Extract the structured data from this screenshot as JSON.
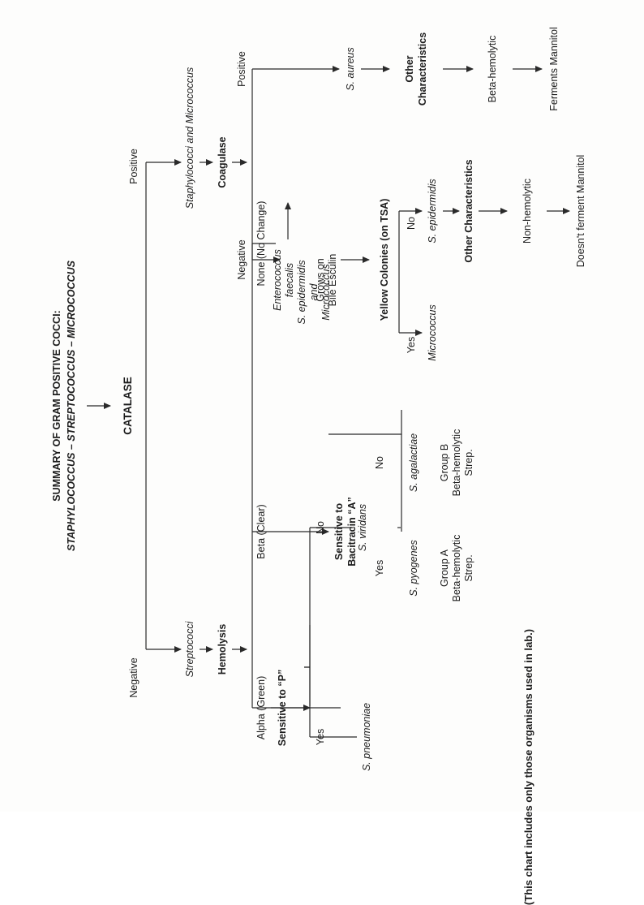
{
  "title": {
    "line1": "SUMMARY OF GRAM POSITIVE COCCI:",
    "line2": "STAPHYLOCOCCUS – STREPTOCOCCUS – MICROCOCCUS"
  },
  "catalase": "CATALASE",
  "negative_branch": {
    "label": "Negative",
    "organism": "Streptococci",
    "test": "Hemolysis",
    "alpha": {
      "label": "Alpha (Green)",
      "test": "Sensitive to “P”",
      "yes": "Yes",
      "no": "No",
      "yes_organism": "S. pneumoniae",
      "no_organism": "S. viridans"
    },
    "beta": {
      "label": "Beta (Clear)",
      "test_line1": "Sensitive to",
      "test_line2": "Bacitracin “A”",
      "yes": "Yes",
      "no": "No",
      "yes_organism": "S. pyogenes",
      "no_organism": "S. agalactiae",
      "yes_desc": [
        "Group A",
        "Beta-hemolytic",
        "Strep."
      ],
      "no_desc": [
        "Group B",
        "Beta-hemolytic",
        "Strep."
      ]
    },
    "none": {
      "label": "None (No Change)",
      "organism_line1": "Enterococcus",
      "organism_line2": "faecalis",
      "result_line1": "Grows on",
      "result_line2": "Bile Esculin"
    }
  },
  "positive_branch": {
    "label": "Positive",
    "organism": "Staphylococci and Micrococcus",
    "test": "Coagulase",
    "negative": {
      "label": "Negative",
      "organism_lines": [
        "S. epidermidis",
        "and",
        "Micrococcus"
      ],
      "test": "Yellow Colonies (on TSA)",
      "yes": "Yes",
      "no": "No",
      "yes_organism": "Micrococcus",
      "no_organism": "S. epidermidis",
      "other": "Other Characteristics",
      "char1": "Non-hemolytic",
      "char2": "Doesn't ferment Mannitol"
    },
    "positive": {
      "label": "Positive",
      "organism": "S. aureus",
      "other_line1": "Other",
      "other_line2": "Characteristics",
      "char1": "Beta-hemolytic",
      "char2": "Ferments Mannitol"
    }
  },
  "footnote": "(This chart includes only those organisms used in lab.)"
}
